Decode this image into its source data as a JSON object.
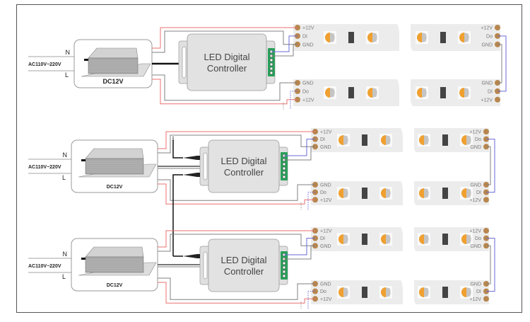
{
  "diagram": {
    "title": "LED Digital Controller wiring diagram",
    "colors": {
      "positive_wire": "#e8706f",
      "ground_wire": "#808080",
      "data_wire": "#6a6ad8",
      "sync_wire": "#111111",
      "strip": "#ececec",
      "pad": "#b8864e",
      "terminal_block": "#2aa05a"
    },
    "systems": [
      {
        "id": "system-1",
        "ac_input": {
          "n_label": "N",
          "l_label": "L",
          "voltage_label": "AC110V~220V"
        },
        "power_supply": {
          "label": "DC12V"
        },
        "controller": {
          "line1": "LED Digital",
          "line2": "Controller"
        },
        "strip_top": {
          "left_pins": [
            "+12V",
            "DI",
            "GND"
          ],
          "right_pins": [
            "+12V",
            "Do",
            "GND"
          ]
        },
        "strip_bottom": {
          "left_pins": [
            "GND",
            "Do",
            "+12V"
          ],
          "right_pins": [
            "GND",
            "DI",
            "+12V"
          ]
        }
      },
      {
        "id": "system-2",
        "ac_input": {
          "n_label": "N",
          "l_label": "L",
          "voltage_label": "AC110V~220V"
        },
        "power_supply": {
          "label": "DC12V"
        },
        "controller": {
          "line1": "LED Digital",
          "line2": "Controller"
        },
        "strip_top": {
          "left_pins": [
            "+12V",
            "DI",
            "GND"
          ],
          "right_pins": [
            "+12V",
            "Do",
            "GND"
          ]
        },
        "strip_bottom": {
          "left_pins": [
            "GND",
            "Do",
            "+12V"
          ],
          "right_pins": [
            "GND",
            "DI",
            "+12V"
          ]
        }
      },
      {
        "id": "system-3",
        "ac_input": {
          "n_label": "N",
          "l_label": "L",
          "voltage_label": "AC110V~220V"
        },
        "power_supply": {
          "label": "DC12V"
        },
        "controller": {
          "line1": "LED Digital",
          "line2": "Controller"
        },
        "strip_top": {
          "left_pins": [
            "+12V",
            "DI",
            "GND"
          ],
          "right_pins": [
            "+12V",
            "Do",
            "GND"
          ]
        },
        "strip_bottom": {
          "left_pins": [
            "GND",
            "Do",
            "+12V"
          ],
          "right_pins": [
            "GND",
            "DI",
            "+12V"
          ]
        }
      }
    ]
  }
}
